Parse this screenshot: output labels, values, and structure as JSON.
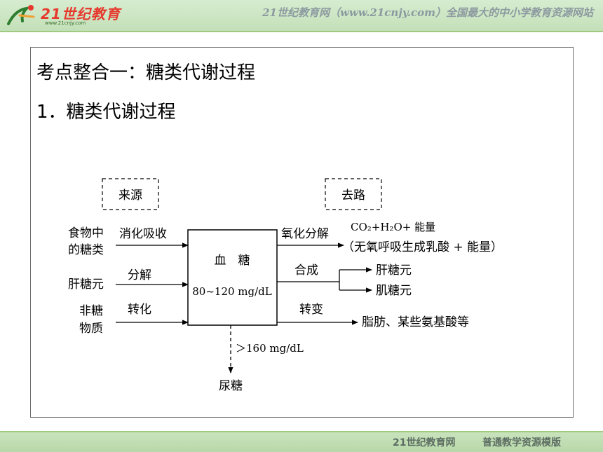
{
  "header": {
    "logo_text": "21世纪教育",
    "logo_sub": "www.21cnjy.com",
    "slogan": "21世纪教育网（www.21cnjy.com）全国最大的中小学教育资源网站"
  },
  "slide": {
    "title": "考点整合一：糖类代谢过程",
    "subtitle": "1．糖类代谢过程"
  },
  "diagram": {
    "source_label": "来源",
    "sink_label": "去路",
    "sources": [
      {
        "line1": "食物中",
        "line2": "的糖类",
        "action": "消化吸收"
      },
      {
        "line1": "肝糖元",
        "line2": "",
        "action": "分解"
      },
      {
        "line1": "非糖",
        "line2": "物质",
        "action": "转化"
      }
    ],
    "center": {
      "label": "血　糖",
      "range": "80~120 mg/dL"
    },
    "sinks": [
      {
        "action": "氧化分解",
        "result_line1": "CO₂+H₂O+ 能量",
        "result_line2": "（无氧呼吸生成乳酸 + 能量）"
      },
      {
        "action": "合成",
        "result_a": "肝糖元",
        "result_b": "肌糖元"
      },
      {
        "action": "转变",
        "result": "脂肪、某些氨基酸等"
      }
    ],
    "overflow": {
      "threshold": "＞160 mg/dL",
      "result": "尿糖"
    }
  },
  "footer": {
    "brand": "21世纪教育网",
    "template": "普通教学资源模版"
  },
  "colors": {
    "header_bg": "#c3e0b8",
    "logo_red": "#e6392e",
    "slogan_gray": "#8c9aa0"
  }
}
